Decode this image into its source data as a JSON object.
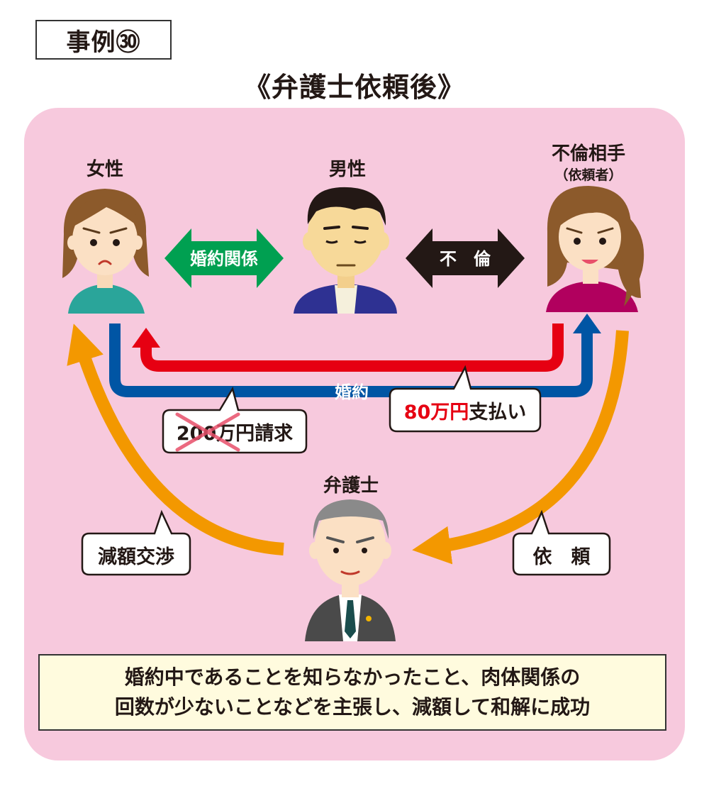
{
  "case_label": "事例㉚",
  "title": "《弁護士依頼後》",
  "people": {
    "woman": {
      "label": "女性"
    },
    "man": {
      "label": "男性"
    },
    "affair_partner": {
      "label": "不倫相手",
      "sublabel": "（依頼者）"
    },
    "lawyer": {
      "label": "弁護士"
    }
  },
  "relations": {
    "engagement": "婚約関係",
    "affair": "不　倫",
    "engagement_line": "婚約"
  },
  "callouts": {
    "claim_amount": "200万円",
    "claim_suffix": "請求",
    "payment_amount": "80万円",
    "payment_suffix": "支払い",
    "negotiation": "減額交渉",
    "request": "依　頼"
  },
  "summary": {
    "line1": "婚約中であることを知らなかったこと、肉体関係の",
    "line2": "回数が少ないことなどを主張し、減額して和解に成功"
  },
  "colors": {
    "panel_pink": "#f7c9dd",
    "engagement_green": "#00a051",
    "affair_dark": "#231815",
    "red_arrow": "#e60012",
    "blue_arrow": "#0055a4",
    "orange_arrow": "#f39800",
    "summary_bg": "#fffbde"
  }
}
